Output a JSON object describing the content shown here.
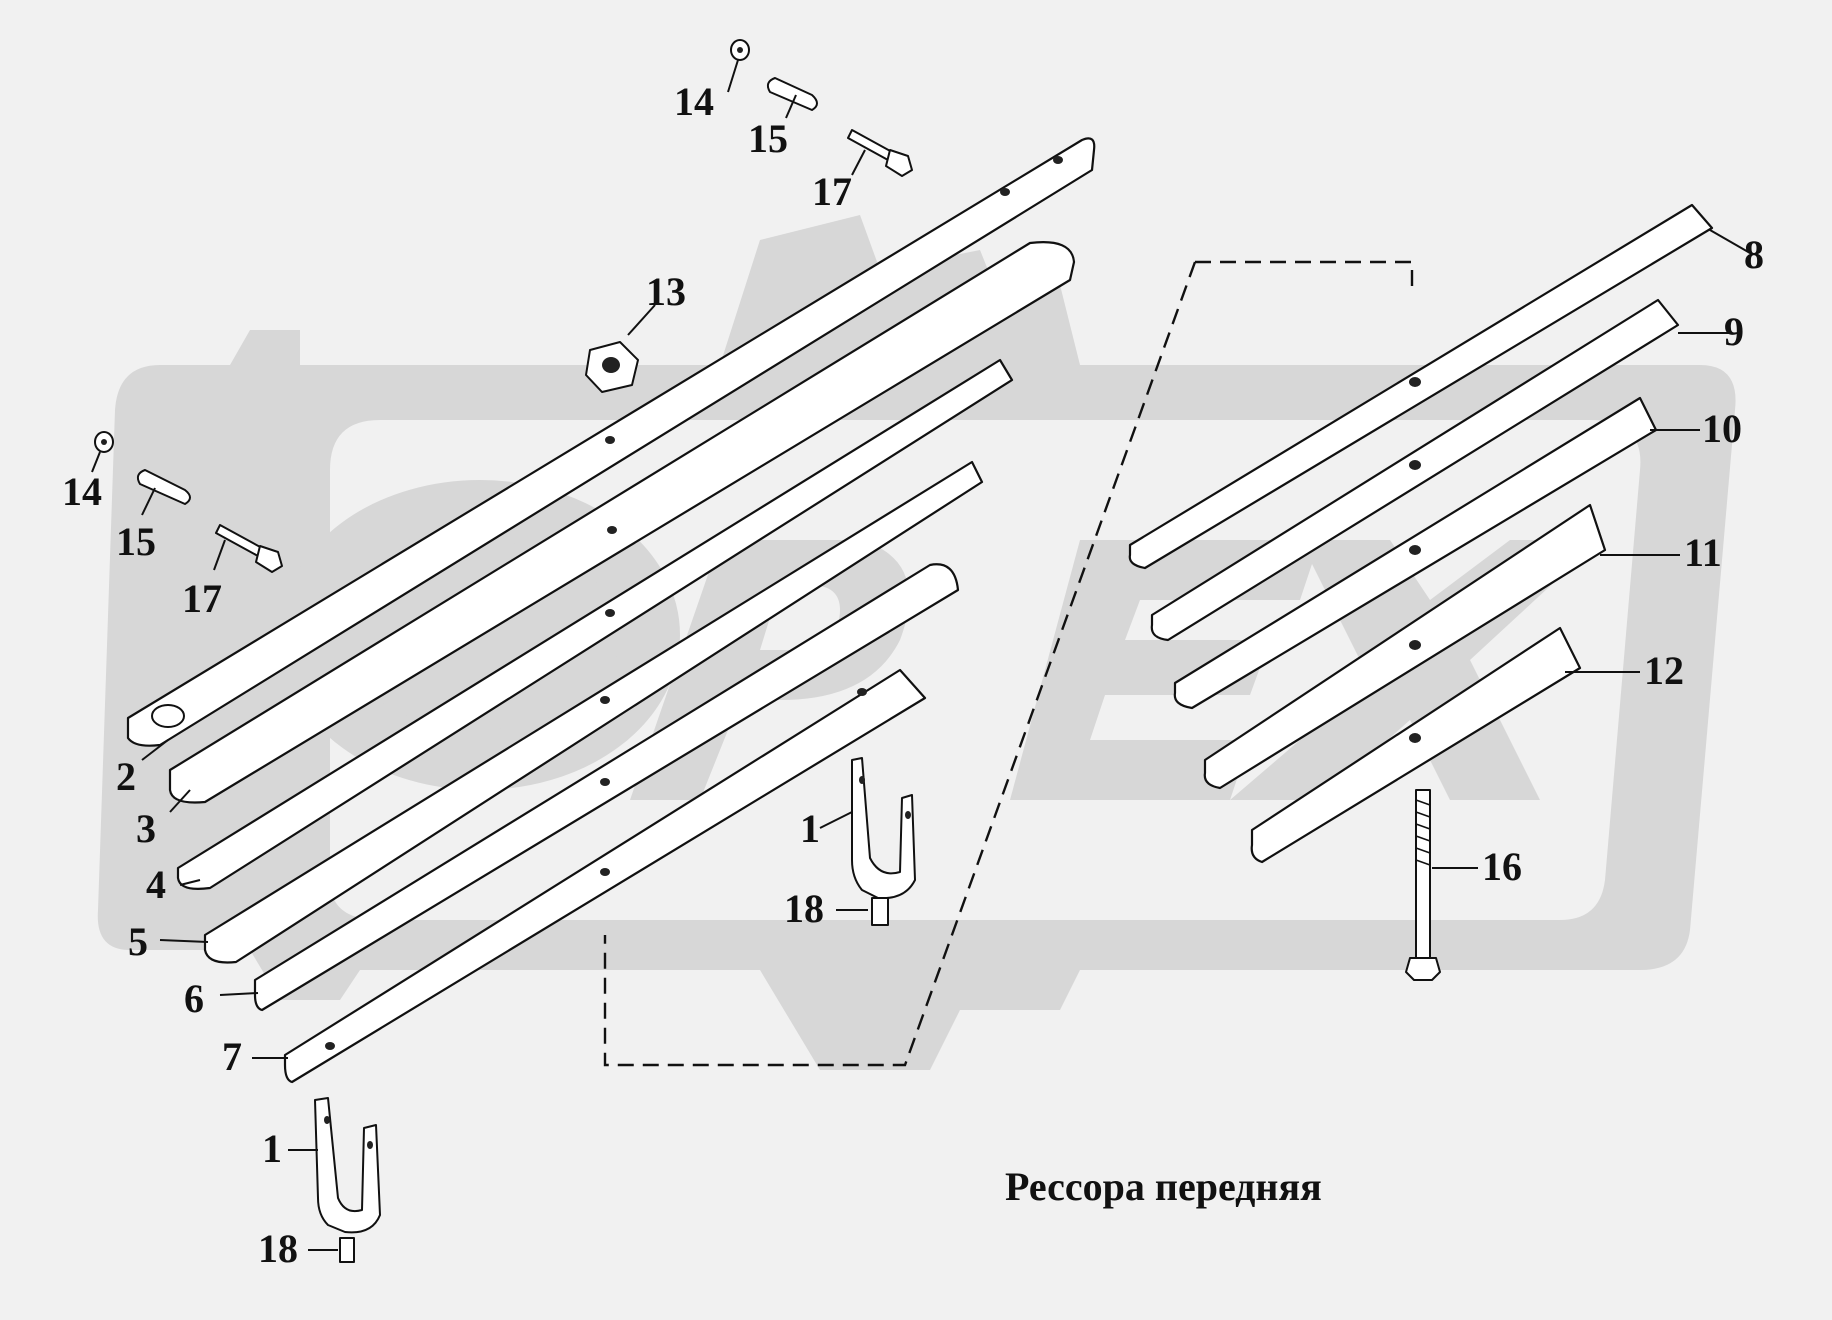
{
  "title": "Рессора передняя",
  "watermark_letters": "ОРЕХ",
  "colors": {
    "background": "#f1f1f1",
    "watermark": "#d7d7d7",
    "line": "#111111",
    "fill": "#ffffff"
  },
  "callouts": {
    "c1a": "1",
    "c1b": "1",
    "c2": "2",
    "c3": "3",
    "c4": "4",
    "c5": "5",
    "c6": "6",
    "c7": "7",
    "c8": "8",
    "c9": "9",
    "c10": "10",
    "c11": "11",
    "c12": "12",
    "c13": "13",
    "c14a": "14",
    "c14b": "14",
    "c15a": "15",
    "c15b": "15",
    "c16": "16",
    "c17a": "17",
    "c17b": "17",
    "c18a": "18",
    "c18b": "18"
  }
}
